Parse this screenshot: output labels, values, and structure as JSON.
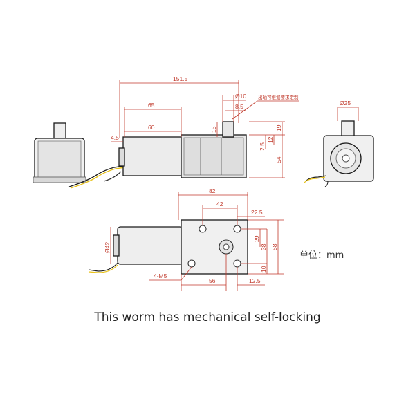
{
  "dims": {
    "total_length": "151.5",
    "gearbox_length": "65",
    "motor_length": "60",
    "flange": "4.5",
    "shaft_dia": "Ø10",
    "shaft_flat": "8.5",
    "shaft_len": "15",
    "shaft_height": "19",
    "shaft_step": "2.5",
    "shaft_step2": "12",
    "box_height": "54",
    "shaft_note": "出轴可根据要求定制",
    "side_shaft_dia": "Ø25",
    "box_width": "82",
    "hole_spacing": "42",
    "hole_offset": "22.5",
    "hole_v1": "29",
    "hole_v2": "38",
    "box_depth": "58",
    "hole_bottom": "10",
    "motor_dia": "Ø42",
    "holes": "4-M5",
    "shaft_pos": "56",
    "shaft_end": "12.5"
  },
  "unit_label": "单位：mm",
  "caption": "This worm has mechanical self-locking",
  "colors": {
    "dimension": "#c0392b",
    "outline": "#1a1a1a",
    "wire_yellow": "#e8c21a"
  }
}
